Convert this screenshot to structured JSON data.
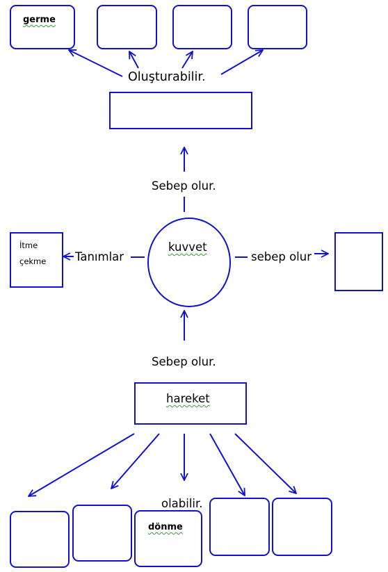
{
  "colors": {
    "stroke": "#1010d0",
    "text": "#000000",
    "spellcheck": "#3a9a3a"
  },
  "center": {
    "label": "kuvvet"
  },
  "top": {
    "connector_label": "Oluşturabilir.",
    "arrow_label": "Sebep olur.",
    "boxes": [
      "germe",
      "",
      "",
      ""
    ],
    "result_box": ""
  },
  "left": {
    "arrow_label": "Tanımlar",
    "box_lines": [
      "İtme",
      "çekme"
    ]
  },
  "right": {
    "arrow_label": "sebep olur",
    "box": ""
  },
  "bottom": {
    "arrow_label": "Sebep olur.",
    "source_label": "hareket",
    "connector_label": "olabilir.",
    "boxes": [
      "",
      "",
      "dönme",
      "",
      ""
    ]
  }
}
